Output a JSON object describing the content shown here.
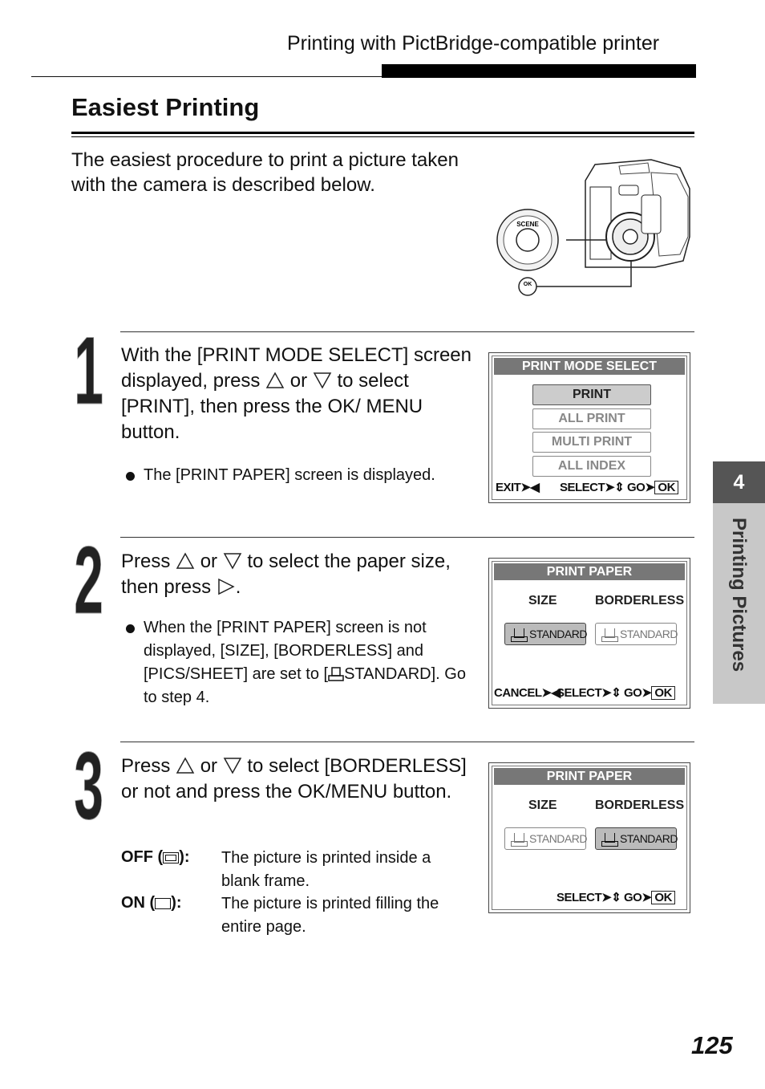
{
  "header": {
    "title": "Printing with PictBridge-compatible printer"
  },
  "section": {
    "title": "Easiest Printing",
    "intro": "The easiest procedure to print a picture taken with the camera is described below."
  },
  "camera": {
    "dial_label": "SCENE",
    "ok_label": "OK"
  },
  "step1": {
    "number": "1",
    "text_a": "With the [PRINT MODE SELECT] screen displayed, press",
    "text_or": "or",
    "text_b": "to select [PRINT], then press the OK/ MENU button.",
    "bullet": "The [PRINT PAPER] screen is displayed.",
    "screen": {
      "title": "PRINT MODE SELECT",
      "items": [
        "PRINT",
        "ALL PRINT",
        "MULTI PRINT",
        "ALL INDEX"
      ],
      "footer_exit": "EXIT",
      "footer_select": "SELECT",
      "footer_go": "GO",
      "footer_ok": "OK"
    }
  },
  "step2": {
    "number": "2",
    "text_a": "Press",
    "text_or": "or",
    "text_b": "to select the paper size, then press",
    "bullet": "When the [PRINT PAPER] screen is not displayed, [SIZE], [BORDERLESS] and [PICS/SHEET] are set to [",
    "bullet_end": "STANDARD]. Go to step 4.",
    "screen": {
      "title": "PRINT PAPER",
      "col_size": "SIZE",
      "col_borderless": "BORDERLESS",
      "opt_size": "STANDARD",
      "opt_borderless": "STANDARD",
      "footer_cancel": "CANCEL",
      "footer_select": "SELECT",
      "footer_go": "GO",
      "footer_ok": "OK"
    }
  },
  "step3": {
    "number": "3",
    "text_a": "Press",
    "text_or": "or",
    "text_b": "to select [BORDERLESS] or not and press the OK/MENU button.",
    "off_term": "OFF (",
    "off_term_end": "):",
    "off_desc": "The picture is printed inside a blank frame.",
    "on_term": "ON (",
    "on_term_end": "):",
    "on_desc": "The picture is printed filling the entire page.",
    "screen": {
      "title": "PRINT PAPER",
      "col_size": "SIZE",
      "col_borderless": "BORDERLESS",
      "opt_size": "STANDARD",
      "opt_borderless": "STANDARD",
      "footer_select": "SELECT",
      "footer_go": "GO",
      "footer_ok": "OK"
    }
  },
  "side_tab": {
    "number": "4",
    "label": "Printing Pictures"
  },
  "page_number": "125"
}
